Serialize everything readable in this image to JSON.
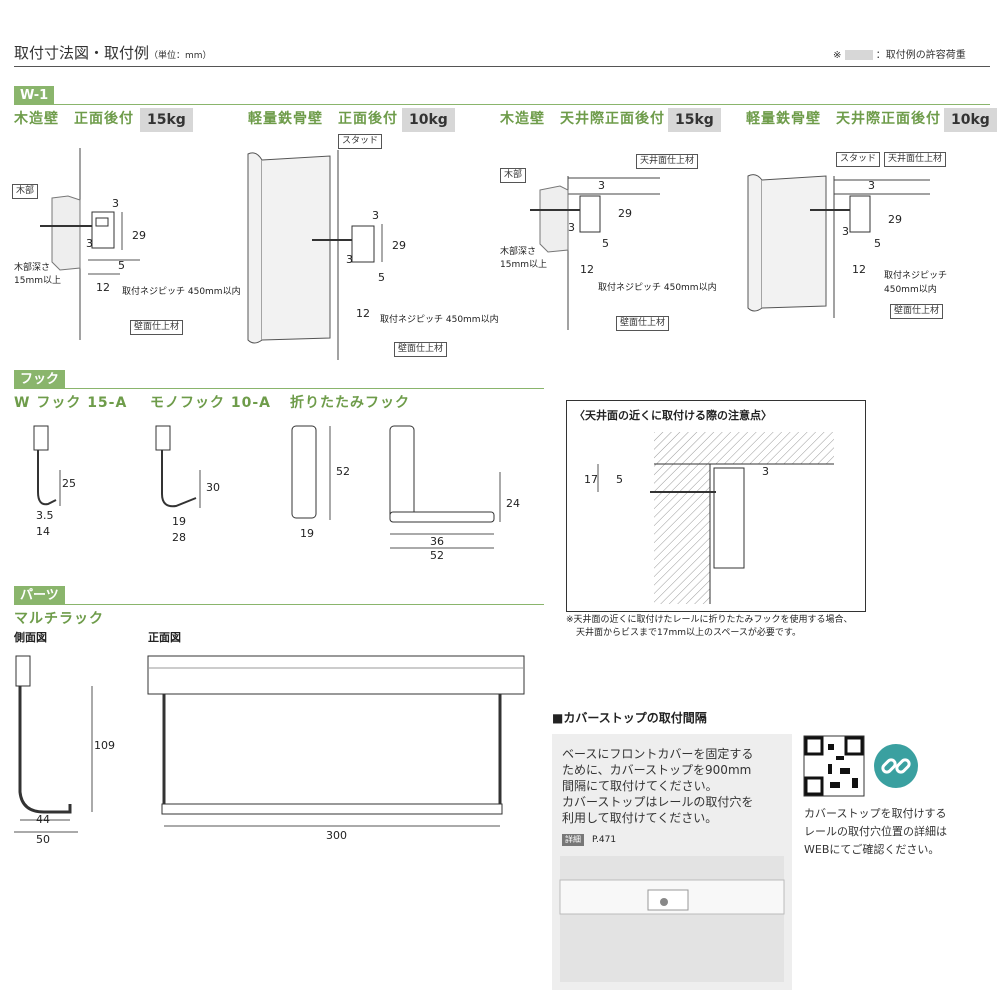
{
  "header": {
    "title": "取付寸法図・取付例",
    "unit": "（単位：mm）",
    "note_prefix": "※",
    "note_text": "：取付例の許容荷重"
  },
  "w1": {
    "tag": "W-1",
    "panels": [
      {
        "title": "木造壁　正面後付",
        "load": "15kg",
        "labels": [
          "木部",
          "木部深さ",
          "15mm以上",
          "取付ネジピッチ 450mm以内",
          "壁面仕上材"
        ],
        "dims": [
          "3",
          "29",
          "3",
          "5",
          "12"
        ]
      },
      {
        "title": "軽量鉄骨壁　正面後付",
        "load": "10kg",
        "labels": [
          "スタッド",
          "取付ネジピッチ 450mm以内",
          "壁面仕上材"
        ],
        "dims": [
          "3",
          "29",
          "3",
          "5",
          "12"
        ]
      },
      {
        "title": "木造壁　天井際正面後付",
        "load": "15kg",
        "labels": [
          "木部",
          "天井面仕上材",
          "木部深さ",
          "15mm以上",
          "取付ネジピッチ 450mm以内",
          "壁面仕上材"
        ],
        "dims": [
          "3",
          "29",
          "3",
          "5",
          "12"
        ]
      },
      {
        "title": "軽量鉄骨壁　天井際正面後付",
        "load": "10kg",
        "labels": [
          "スタッド",
          "天井面仕上材",
          "取付ネジピッチ",
          "450mm以内",
          "壁面仕上材"
        ],
        "dims": [
          "3",
          "29",
          "3",
          "5",
          "12"
        ]
      }
    ]
  },
  "hooks": {
    "tag": "フック",
    "items": [
      {
        "title": "W フック 15-A",
        "dims": [
          "25",
          "3.5",
          "14"
        ]
      },
      {
        "title": "モノフック 10-A",
        "dims": [
          "30",
          "19",
          "28"
        ]
      },
      {
        "title": "折りたたみフック",
        "dims": [
          "52",
          "19",
          "24",
          "36",
          "52"
        ]
      }
    ]
  },
  "caution": {
    "title": "〈天井面の近くに取付ける際の注意点〉",
    "dims": [
      "17",
      "5",
      "3"
    ],
    "note1": "※天井面の近くに取付けたレールに折りたたみフックを使用する場合、",
    "note2": "天井面からビスまで17mm以上のスペースが必要です。"
  },
  "parts": {
    "tag": "パーツ",
    "title": "マルチラック",
    "side_label": "側面図",
    "front_label": "正面図",
    "dims": [
      "109",
      "44",
      "50",
      "300"
    ]
  },
  "coverstop": {
    "heading": "■カバーストップの取付間隔",
    "body": [
      "ベースにフロントカバーを固定する",
      "ために、カバーストップを900mm",
      "間隔にて取付けてください。",
      "カバーストップはレールの取付穴を",
      "利用して取付けてください。"
    ],
    "detail_badge": "詳細",
    "detail_page": "P.471",
    "web_text": [
      "カバーストップを取付けする",
      "レールの取付穴位置の詳細は",
      "WEBにてご確認ください。"
    ]
  },
  "colors": {
    "accent": "#8ab56c",
    "load_bg": "#d7d7d7",
    "link_icon": "#3aa0a0"
  }
}
